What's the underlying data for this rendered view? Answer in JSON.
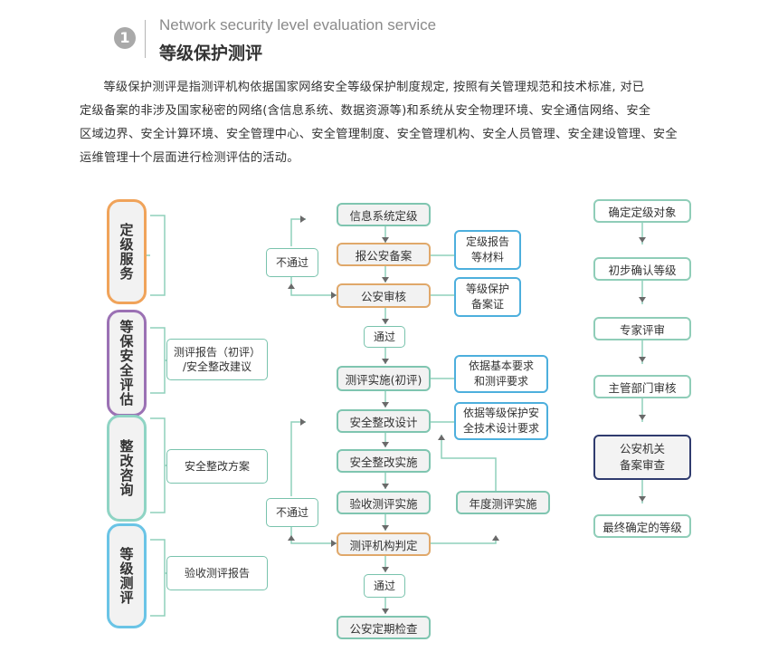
{
  "header": {
    "number": "1",
    "title_en": "Network security level evaluation service",
    "title_cn": "等级保护测评"
  },
  "intro": {
    "lines": [
      "等级保护测评是指测评机构依据国家网络安全等级保护制度规定, 按照有关管理规范和技术标准, 对已",
      "定级备案的非涉及国家秘密的网络(含信息系统、数据资源等)和系统从安全物理环境、安全通信网络、安全",
      "区域边界、安全计算环境、安全管理中心、安全管理制度、安全管理机构、安全人员管理、安全建设管理、安全",
      "运维管理十个层面进行检测评估的活动。"
    ]
  },
  "categories": [
    {
      "label": "定级服务",
      "color": "#f0a35a",
      "item": ""
    },
    {
      "label": "等保安全评估",
      "color": "#9b71b4",
      "item": "测评报告（初评）/安全整改建议"
    },
    {
      "label": "整改咨询",
      "color": "#8fd4c4",
      "item": "安全整改方案"
    },
    {
      "label": "等级测评",
      "color": "#6ac4e6",
      "item": "验收测评报告"
    }
  ],
  "cat_items": {
    "assess": "测评报告（初评）",
    "assess2": "/安全整改建议",
    "rectify": "安全整改方案",
    "evaluate": "验收测评报告"
  },
  "flow": {
    "s1": "信息系统定级",
    "s2": "报公安备案",
    "s3": "公安审核",
    "pass1": "通过",
    "s4": "测评实施(初评)",
    "s5": "安全整改设计",
    "s6": "安全整改实施",
    "s7": "验收测评实施",
    "s8": "测评机构判定",
    "pass2": "通过",
    "s9": "公安定期检查",
    "fail1": "不通过",
    "fail2": "不通过",
    "annual": "年度测评实施"
  },
  "notes": {
    "n1a": "定级报告",
    "n1b": "等材料",
    "n2a": "等级保护",
    "n2b": "备案证",
    "n3a": "依据基本要求",
    "n3b": "和测评要求",
    "n4a": "依据等级保护安",
    "n4b": "全技术设计要求"
  },
  "right_flow": {
    "r1": "确定定级对象",
    "r2": "初步确认等级",
    "r3": "专家评审",
    "r4": "主管部门审核",
    "r5a": "公安机关",
    "r5b": "备案审查",
    "r6": "最终确定的等级"
  },
  "colors": {
    "flow_border": "#7fc5b0",
    "note_border": "#4dafdd",
    "connector": "#8fd0bb",
    "dark_border": "#2f3b6e"
  }
}
